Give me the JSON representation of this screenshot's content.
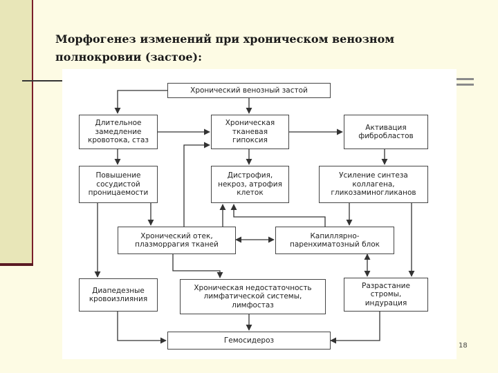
{
  "title_lines": [
    "Морфогенез изменений при хроническом венозном",
    "полнокровии (застое):"
  ],
  "boxes": {
    "stasis_top": [
      "Хронический венозный застой"
    ],
    "slowdown": [
      "Длительное",
      "замедление",
      "кровотока, стаз"
    ],
    "hypoxia": [
      "Хроническая",
      "тканевая",
      "гипоксия"
    ],
    "fibroblasts": [
      "Активация",
      "фибробластов"
    ],
    "permeability": [
      "Повышение",
      "сосудистой",
      "проницаемости"
    ],
    "dystrophy": [
      "Дистрофия,",
      "некроз, атрофия",
      "клеток"
    ],
    "collagen": [
      "Усиление синтеза",
      "коллагена,",
      "гликозаминогликанов"
    ],
    "edema": [
      "Хронический отек,",
      "плазморрагия тканей"
    ],
    "capillary_block": [
      "Капиллярно-",
      "паренхиматозный блок"
    ],
    "diapedesis": [
      "Диапедезные",
      "кровоизлияния"
    ],
    "lymph_insufficiency": [
      "Хроническая недостаточность",
      "лимфатической системы,",
      "лимфостаз"
    ],
    "stroma": [
      "Разрастание",
      "стромы,",
      "индурация"
    ],
    "hemosiderosis": [
      "Гемосидероз"
    ]
  },
  "page_number": "18"
}
